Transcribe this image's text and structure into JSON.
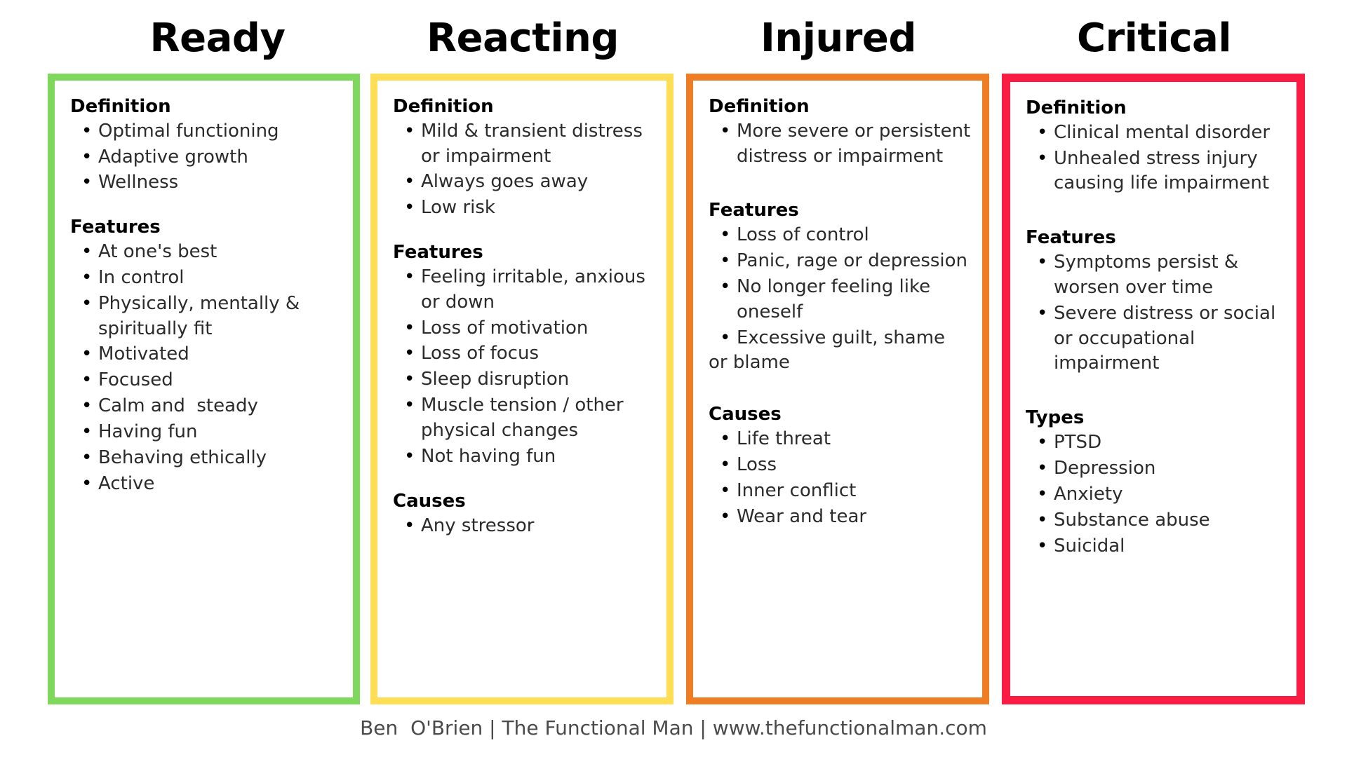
{
  "page": {
    "background": "#ffffff",
    "footer": "Ben  O'Brien | The Functional Man | www.thefunctionalman.com"
  },
  "colors": {
    "ready": "#7DD85C",
    "reacting": "#FDDE55",
    "injured": "#EE7D23",
    "critical": "#FA1C42",
    "heading_text": "#000000",
    "body_text": "#2b2b2b",
    "footer_text": "#4a4a4a"
  },
  "columns": [
    {
      "key": "ready",
      "title": "Ready",
      "accent": "#7DD85C",
      "sections": [
        {
          "heading": "Definition",
          "items": [
            "Optimal functioning",
            "Adaptive growth",
            "Wellness"
          ]
        },
        {
          "heading": "Features",
          "items": [
            "At one's best",
            "In control",
            "Physically, mentally & spiritually fit",
            "Motivated",
            "Focused",
            "Calm and  steady",
            "Having fun",
            "Behaving ethically",
            "Active"
          ]
        }
      ]
    },
    {
      "key": "reacting",
      "title": "Reacting",
      "accent": "#FDDE55",
      "sections": [
        {
          "heading": "Definition",
          "items": [
            "Mild & transient distress or impairment",
            "Always goes away",
            "Low risk"
          ]
        },
        {
          "heading": "Features",
          "items": [
            "Feeling irritable, anxious or down",
            "Loss of motivation",
            "Loss of focus",
            "Sleep disruption",
            "Muscle tension / other physical changes",
            "Not having fun"
          ]
        },
        {
          "heading": "Causes",
          "items": [
            "Any stressor"
          ]
        }
      ]
    },
    {
      "key": "injured",
      "title": "Injured",
      "accent": "#EE7D23",
      "sections": [
        {
          "heading": "Definition",
          "items": [
            "More severe or persistent distress or impairment"
          ]
        },
        {
          "heading": "Features",
          "items": [
            "Loss of control",
            "Panic, rage or depression",
            "No longer feeling like oneself",
            "Excessive guilt, shame or blame"
          ]
        },
        {
          "heading": "Causes",
          "items": [
            "Life threat",
            "Loss",
            "Inner conflict",
            "Wear and tear"
          ]
        }
      ]
    },
    {
      "key": "critical",
      "title": "Critical",
      "accent": "#FA1C42",
      "sections": [
        {
          "heading": "Definition",
          "items": [
            "Clinical mental disorder",
            "Unhealed stress injury causing life impairment"
          ]
        },
        {
          "heading": "Features",
          "items": [
            "Symptoms persist & worsen over time",
            "Severe distress or social or occupational impairment"
          ]
        },
        {
          "heading": "Types",
          "items": [
            "PTSD",
            "Depression",
            "Anxiety",
            "Substance abuse",
            "Suicidal"
          ]
        }
      ]
    }
  ]
}
